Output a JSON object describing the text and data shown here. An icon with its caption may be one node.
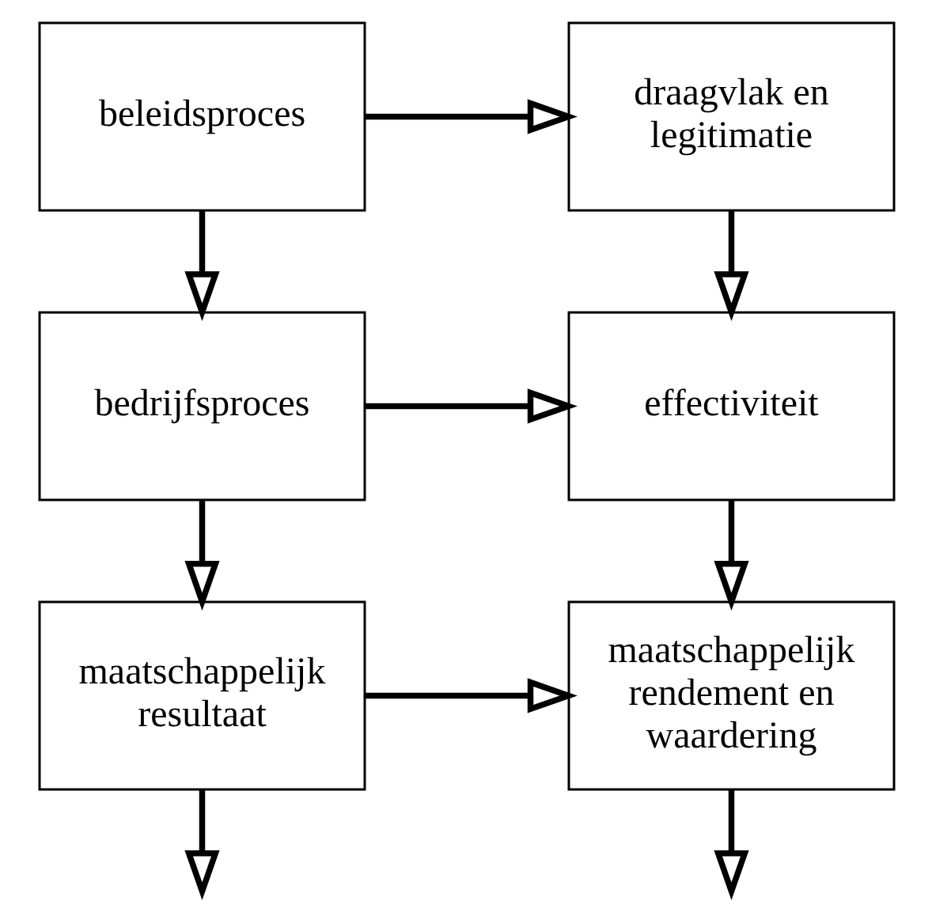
{
  "diagram": {
    "nodes": [
      {
        "text": [
          "beleidsproces"
        ]
      },
      {
        "text": [
          "draagvlak en legitimatie"
        ]
      },
      {
        "text": [
          "bedrijfsproces"
        ]
      },
      {
        "text": [
          "effectiviteit"
        ]
      },
      {
        "text": [
          "maatschappelijk resultaat"
        ]
      },
      {
        "text": [
          "maatschappelijk rendement en waardering"
        ]
      }
    ],
    "edges": [
      {
        "from": 0,
        "to": 1,
        "arrow": "to"
      },
      {
        "from": 0,
        "to": 2,
        "arrow": "to"
      },
      {
        "from": 1,
        "to": 3,
        "arrow": "to"
      },
      {
        "from": 2,
        "to": 3,
        "arrow": "to"
      },
      {
        "from": 2,
        "to": 4,
        "arrow": "to"
      },
      {
        "from": 3,
        "to": 5,
        "arrow": "to"
      },
      {
        "from": 4,
        "to": 5,
        "arrow": "to"
      },
      {
        "from": 4,
        "to": null,
        "arrow": "to"
      },
      {
        "from": 5,
        "to": null,
        "arrow": "to"
      }
    ]
  }
}
